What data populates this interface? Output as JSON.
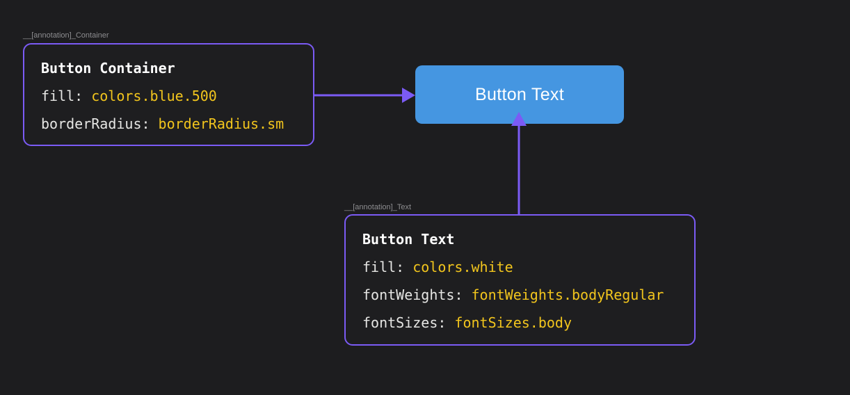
{
  "canvas": {
    "background": "#1d1d1f"
  },
  "colors": {
    "canvas_bg": "#1d1d1f",
    "box_bg": "#1e1e20",
    "accent_purple": "#7b5bf5",
    "annotation_yellow": "#f2c51d",
    "button_blue": "#4596e1",
    "text_white": "#ffffff",
    "property_gray": "#e6e6e4",
    "label_gray": "#8d8d90"
  },
  "button": {
    "label": "Button Text"
  },
  "annotations": [
    {
      "tag": "__[annotation]_Container",
      "title": "Button Container",
      "properties": [
        {
          "name": "fill:",
          "value": "colors.blue.500"
        },
        {
          "name": "borderRadius:",
          "value": "borderRadius.sm"
        }
      ]
    },
    {
      "tag": "__[annotation]_Text",
      "title": "Button Text",
      "properties": [
        {
          "name": "fill:",
          "value": "colors.white"
        },
        {
          "name": "fontWeights:",
          "value": "fontWeights.bodyRegular"
        },
        {
          "name": "fontSizes:",
          "value": "fontSizes.body"
        }
      ]
    }
  ]
}
